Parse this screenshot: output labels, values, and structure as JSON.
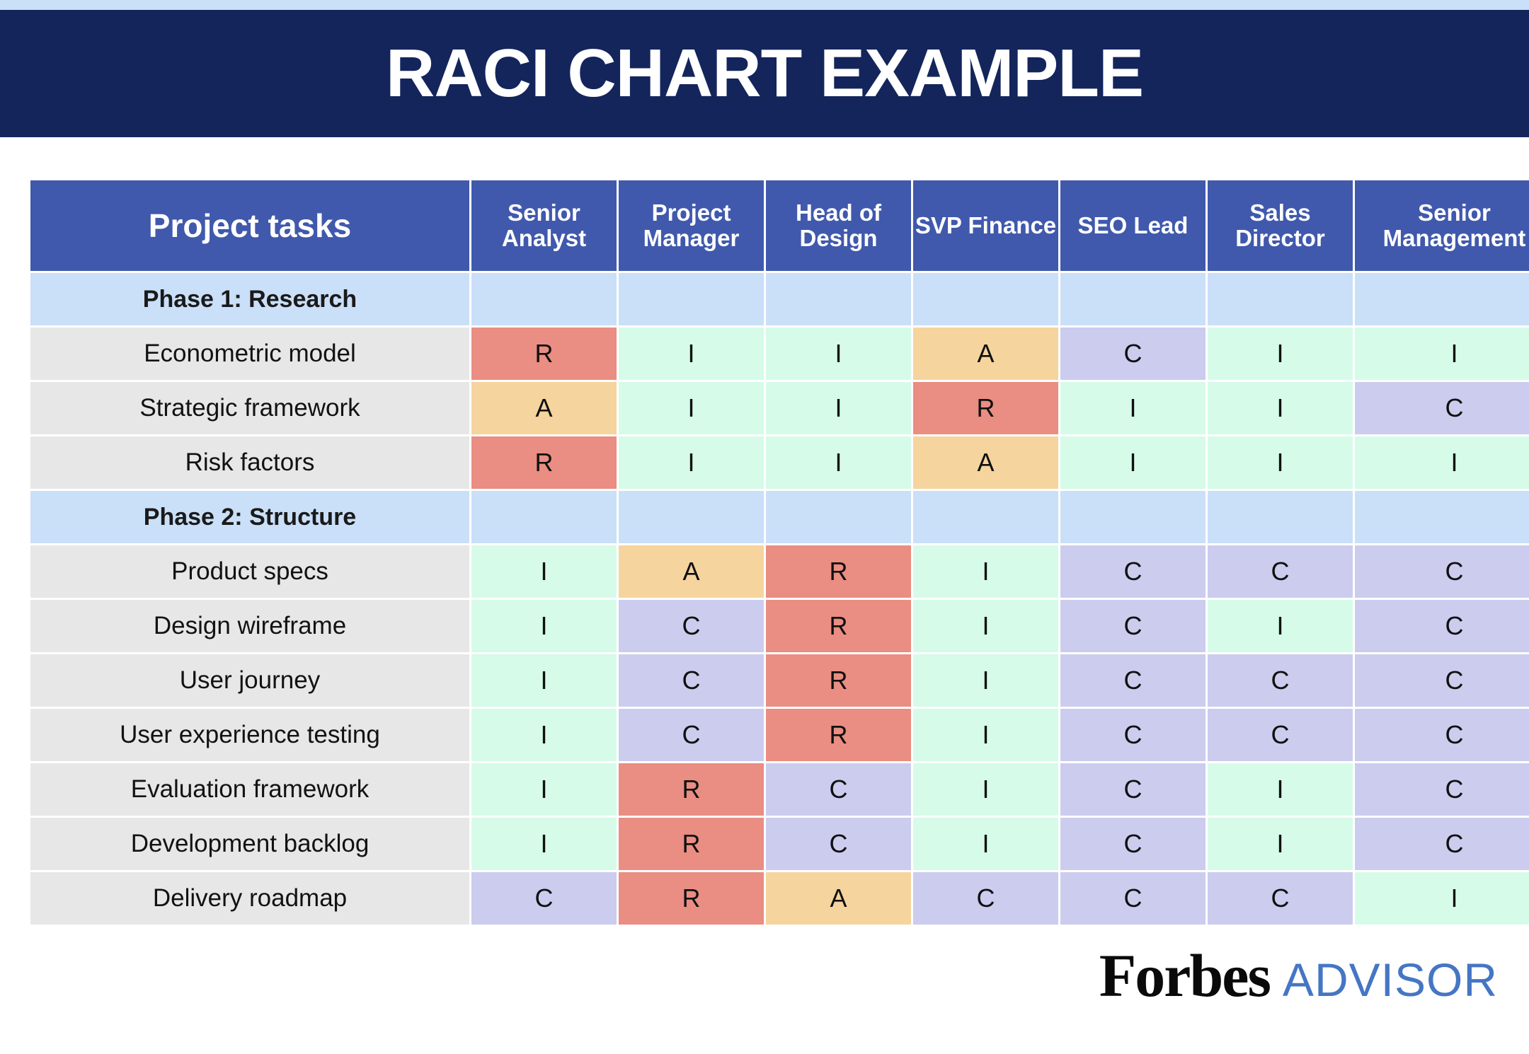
{
  "banner": {
    "title": "RACI CHART EXAMPLE"
  },
  "colors": {
    "banner_navy": "#14255C",
    "top_strip_blue": "#CADFF8",
    "header_blue": "#4059AD",
    "phase_row_blue": "#CADFF8",
    "task_row_gray": "#E7E7E7",
    "responsible_red": "#EA8D82",
    "accountable_orange": "#F6D49E",
    "consulted_purple": "#CCCCEF",
    "informed_green": "#D6FBE9",
    "logo_advisor_blue": "#4576C4"
  },
  "table": {
    "headers": [
      "Project tasks",
      "Senior Analyst",
      "Project Manager",
      "Head of Design",
      "SVP Finance",
      "SEO Lead",
      "Sales Director",
      "Senior Management"
    ],
    "rows": [
      {
        "type": "phase",
        "label": "Phase 1: Research",
        "values": [
          "",
          "",
          "",
          "",
          "",
          "",
          ""
        ]
      },
      {
        "type": "task",
        "label": "Econometric model",
        "values": [
          "R",
          "I",
          "I",
          "A",
          "C",
          "I",
          "I"
        ]
      },
      {
        "type": "task",
        "label": "Strategic framework",
        "values": [
          "A",
          "I",
          "I",
          "R",
          "I",
          "I",
          "C"
        ]
      },
      {
        "type": "task",
        "label": "Risk factors",
        "values": [
          "R",
          "I",
          "I",
          "A",
          "I",
          "I",
          "I"
        ]
      },
      {
        "type": "phase",
        "label": "Phase 2: Structure",
        "values": [
          "",
          "",
          "",
          "",
          "",
          "",
          ""
        ]
      },
      {
        "type": "task",
        "label": "Product specs",
        "values": [
          "I",
          "A",
          "R",
          "I",
          "C",
          "C",
          "C"
        ]
      },
      {
        "type": "task",
        "label": "Design wireframe",
        "values": [
          "I",
          "C",
          "R",
          "I",
          "C",
          "I",
          "C"
        ]
      },
      {
        "type": "task",
        "label": "User journey",
        "values": [
          "I",
          "C",
          "R",
          "I",
          "C",
          "C",
          "C"
        ]
      },
      {
        "type": "task",
        "label": "User experience testing",
        "values": [
          "I",
          "C",
          "R",
          "I",
          "C",
          "C",
          "C"
        ]
      },
      {
        "type": "task",
        "label": "Evaluation framework",
        "values": [
          "I",
          "R",
          "C",
          "I",
          "C",
          "I",
          "C"
        ]
      },
      {
        "type": "task",
        "label": "Development backlog",
        "values": [
          "I",
          "R",
          "C",
          "I",
          "C",
          "I",
          "C"
        ]
      },
      {
        "type": "task",
        "label": "Delivery roadmap",
        "values": [
          "C",
          "R",
          "A",
          "C",
          "C",
          "C",
          "I"
        ]
      }
    ]
  },
  "footer": {
    "logo_primary": "Forbes",
    "logo_secondary": "ADVISOR"
  }
}
